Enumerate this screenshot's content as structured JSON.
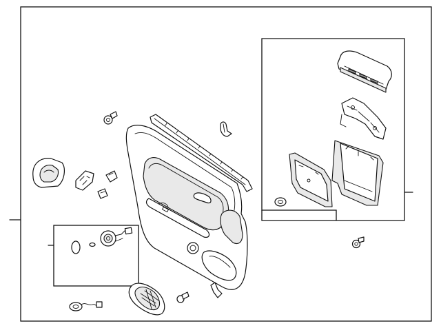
{
  "diagram": {
    "style": "black-and-white exploded parts line drawing",
    "colors": {
      "line": "#111111",
      "background": "#ffffff",
      "shade": "#e9e9e9"
    },
    "parts": [
      "door-trim-panel",
      "weatherstrip",
      "armrest-assembly",
      "inner-handle-bracket",
      "map-pocket-panel",
      "speaker-grille",
      "clips",
      "inside-handle",
      "switch-bracket",
      "lamp-socket-assembly",
      "courtesy-lamp-assembly"
    ],
    "callout_lines": 3
  }
}
